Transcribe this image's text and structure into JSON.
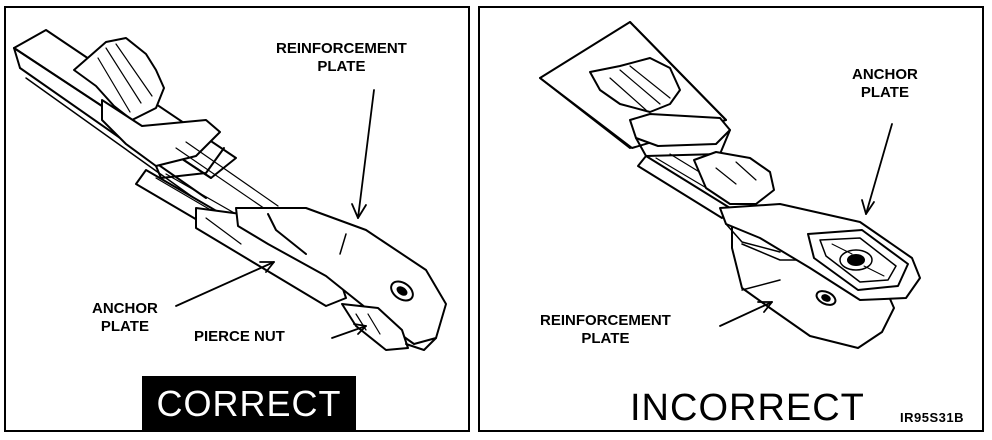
{
  "left_panel": {
    "label_reinforcement_line1": "REINFORCEMENT",
    "label_reinforcement_line2": "PLATE",
    "label_anchor_line1": "ANCHOR",
    "label_anchor_line2": "PLATE",
    "label_pierce_nut": "PIERCE NUT",
    "verdict": "CORRECT"
  },
  "right_panel": {
    "label_anchor_line1": "ANCHOR",
    "label_anchor_line2": "PLATE",
    "label_reinforcement_line1": "REINFORCEMENT",
    "label_reinforcement_line2": "PLATE",
    "verdict": "INCORRECT",
    "figure_code": "IR95S31B"
  }
}
